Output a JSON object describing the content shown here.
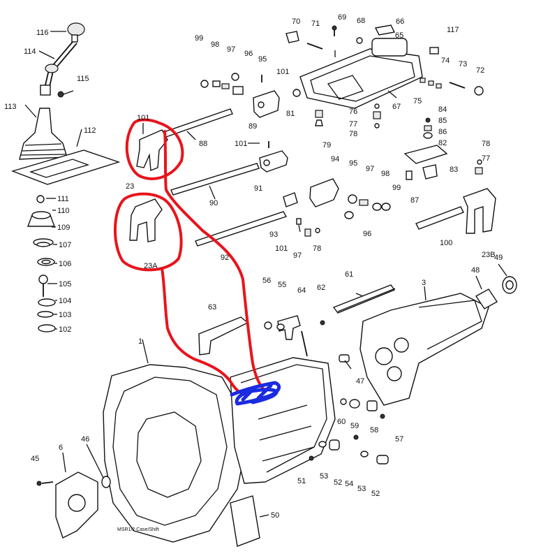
{
  "caption": "MSR1/2 Case/Shift",
  "labels": {
    "p116": "116",
    "p114": "114",
    "p115": "115",
    "p113": "113",
    "p112": "112",
    "p111": "111",
    "p110": "110",
    "p109": "109",
    "p107": "107",
    "p106": "106",
    "p105": "105",
    "p104": "104",
    "p103": "103",
    "p102": "102",
    "p101a": "101",
    "p23": "23",
    "p88": "88",
    "p99a": "99",
    "p98a": "98",
    "p97a": "97",
    "p96a": "96",
    "p95a": "95",
    "p101b": "101",
    "p89": "89",
    "p101c": "101",
    "p91": "91",
    "p90": "90",
    "p23a": "23A",
    "p70": "70",
    "p71": "71",
    "p69": "69",
    "p68": "68",
    "p66": "66",
    "p65": "65",
    "p117": "117",
    "p74": "74",
    "p73": "73",
    "p72": "72",
    "p75": "75",
    "p81": "81",
    "p76": "76",
    "p67": "67",
    "p77a": "77",
    "p78a": "78",
    "p79": "79",
    "p84": "84",
    "p85": "85",
    "p86": "86",
    "p82": "82",
    "p83": "83",
    "p87": "87",
    "p78b": "78",
    "p77b": "77",
    "p94": "94",
    "p95b": "95",
    "p97b": "97",
    "p98b": "98",
    "p99b": "99",
    "p96b": "96",
    "p93": "93",
    "p101d": "101",
    "p97c": "97",
    "p78c": "78",
    "p92": "92",
    "p100": "100",
    "p23b": "23B",
    "p61": "61",
    "p3": "3",
    "p48": "48",
    "p49": "49",
    "p63": "63",
    "p56": "56",
    "p55": "55",
    "p64": "64",
    "p62": "62",
    "p47": "47",
    "p1": "1",
    "p60": "60",
    "p59": "59",
    "p58": "58",
    "p57": "57",
    "p6": "6",
    "p46": "46",
    "p45": "45",
    "p51": "51",
    "p53a": "53",
    "p52a": "52",
    "p54": "54",
    "p53b": "53",
    "p52b": "52",
    "p50": "50"
  },
  "colors": {
    "highlight_red": "#e8141c",
    "highlight_blue": "#1a2be0",
    "line": "#111111"
  }
}
